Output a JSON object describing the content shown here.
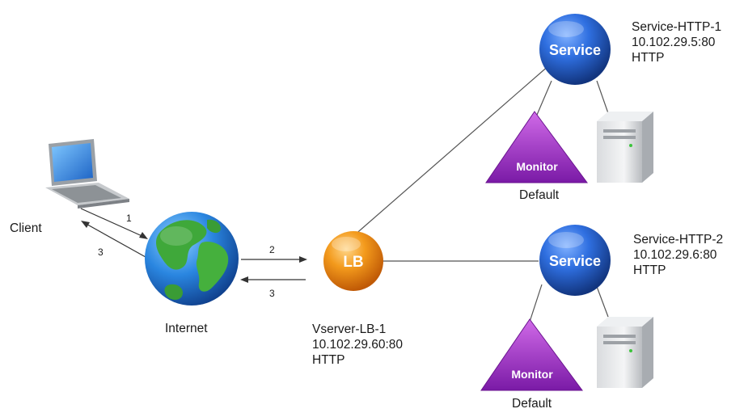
{
  "client": {
    "label": "Client"
  },
  "internet": {
    "label": "Internet"
  },
  "arrows": {
    "client_out": "1",
    "client_in": "3",
    "lb_out": "2",
    "lb_in": "3"
  },
  "lb": {
    "badge": "LB",
    "line1": "Vserver-LB-1",
    "line2": "10.102.29.60:80",
    "line3": "HTTP"
  },
  "service1": {
    "badge": "Service",
    "line1": "Service-HTTP-1",
    "line2": "10.102.29.5:80",
    "line3": "HTTP"
  },
  "service2": {
    "badge": "Service",
    "line1": "Service-HTTP-2",
    "line2": "10.102.29.6:80",
    "line3": "HTTP"
  },
  "monitor1": {
    "badge": "Monitor",
    "label": "Default"
  },
  "monitor2": {
    "badge": "Monitor",
    "label": "Default"
  }
}
